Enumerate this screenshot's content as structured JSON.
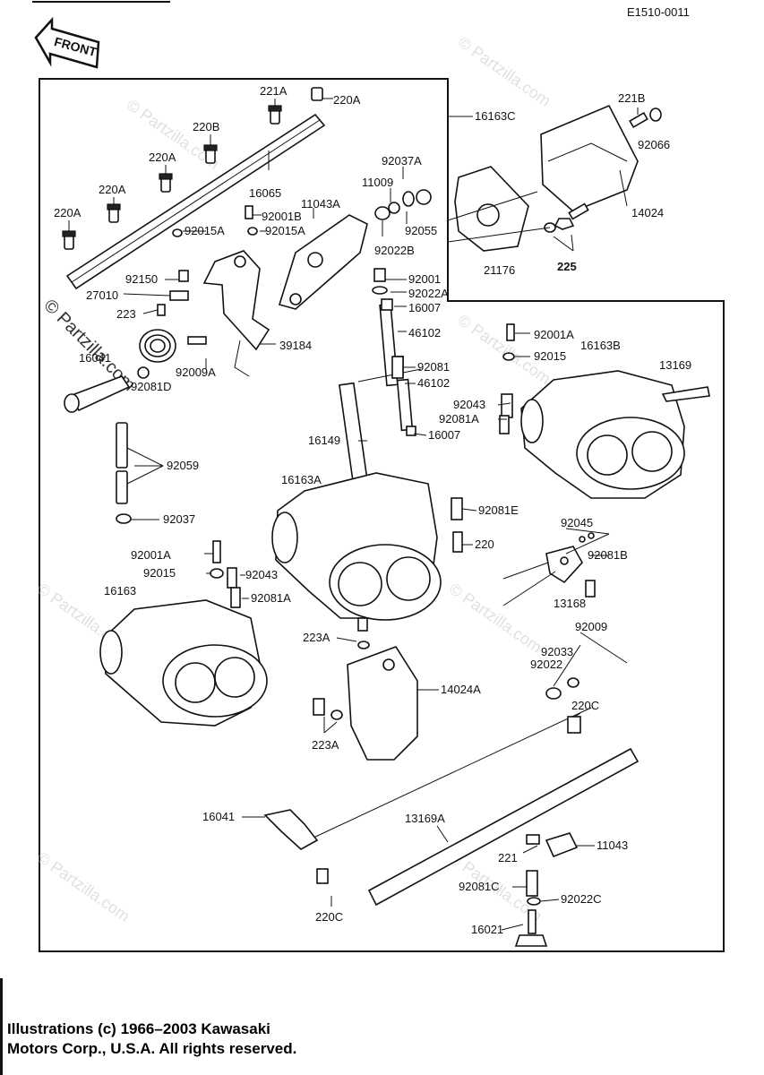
{
  "diagram_id": "E1510-0011",
  "front_label": "FRONT",
  "watermark": "© Partzilla.com",
  "copyright_lines": [
    "Illustrations (c) 1966–2003 Kawasaki",
    "Motors Corp., U.S.A.  All rights reserved."
  ],
  "labels": {
    "p221A": "221A",
    "p220A_top": "220A",
    "p220B": "220B",
    "p220A_2": "220A",
    "p220A_3": "220A",
    "p220A_4": "220A",
    "p16163C": "16163C",
    "p221B": "221B",
    "p92066": "92066",
    "p14024": "14024",
    "p225": "225",
    "p21176": "21176",
    "p92037A": "92037A",
    "p11009": "11009",
    "p92055": "92055",
    "p92022B": "92022B",
    "p16065": "16065",
    "p11043A": "11043A",
    "p92001B": "92001B",
    "p92015A_1": "92015A",
    "p92015A_2": "92015A",
    "p92150": "92150",
    "p27010": "27010",
    "p223": "223",
    "p16041_small": "16041",
    "p92081D": "92081D",
    "p92009A": "92009A",
    "p39184": "39184",
    "p92001": "92001",
    "p92022A": "92022A",
    "p16007_1": "16007",
    "p46102_1": "46102",
    "p92081": "92081",
    "p46102_2": "46102",
    "p16007_2": "16007",
    "p16149": "16149",
    "p92001A_r": "92001A",
    "p16163B": "16163B",
    "p92015_r": "92015",
    "p13169": "13169",
    "p92043_r": "92043",
    "p92081A_r": "92081A",
    "p92059": "92059",
    "p92037": "92037",
    "p16163A": "16163A",
    "p92081E": "92081E",
    "p220": "220",
    "p92045": "92045",
    "p92081B": "92081B",
    "p13168": "13168",
    "p92009": "92009",
    "p92001A_l": "92001A",
    "p92015_l": "92015",
    "p92043_l": "92043",
    "p16163": "16163",
    "p92081A_l": "92081A",
    "p223A_1": "223A",
    "p14024A": "14024A",
    "p223A_2": "223A",
    "p92033": "92033",
    "p92022": "92022",
    "p220C_1": "220C",
    "p16041": "16041",
    "p13169A": "13169A",
    "p221": "221",
    "p11043": "11043",
    "p92081C": "92081C",
    "p92022C": "92022C",
    "p220C_2": "220C",
    "p16021": "16021"
  }
}
